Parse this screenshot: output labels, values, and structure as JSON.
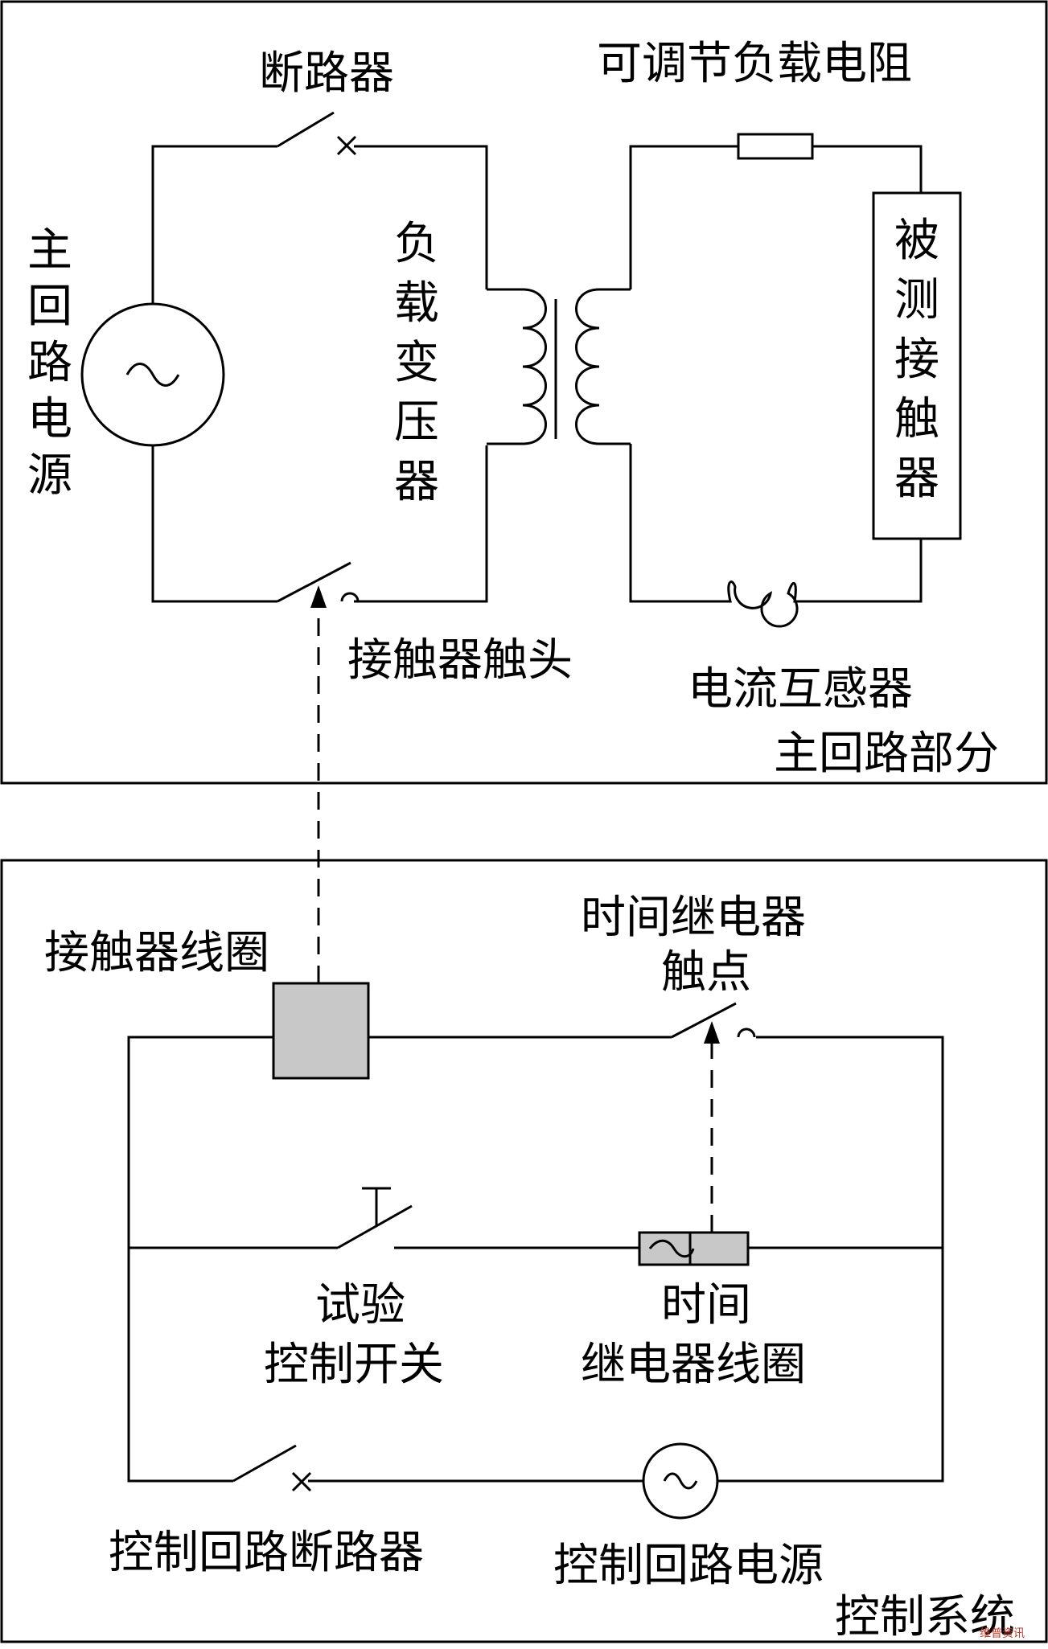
{
  "diagram": {
    "main_circuit": {
      "section_label": "主回路部分",
      "power_source_label": "主回路电源",
      "breaker_label": "断路器",
      "load_transformer_label": "负载变压器",
      "adjustable_resistor_label": "可调节负载电阻",
      "contactor_under_test_label": "被测接触器",
      "contactor_contact_label": "接触器触头",
      "current_transformer_label": "电流互感器",
      "source_symbol": "~"
    },
    "control_system": {
      "section_label": "控制系统",
      "contactor_coil_label": "接触器线圈",
      "time_relay_contact_label": [
        "时间继电器",
        "触点"
      ],
      "test_switch_label": [
        "试验",
        "控制开关"
      ],
      "time_relay_coil_label": [
        "时间",
        "继电器线圈"
      ],
      "control_breaker_label": "控制回路断路器",
      "control_power_label": "控制回路电源",
      "source_symbol": "~",
      "relay_coil_symbol": "~"
    },
    "watermark": "维普资讯",
    "colors": {
      "line": "#000000",
      "coil_fill": "#c8c8c8",
      "background": "#ffffff"
    }
  }
}
